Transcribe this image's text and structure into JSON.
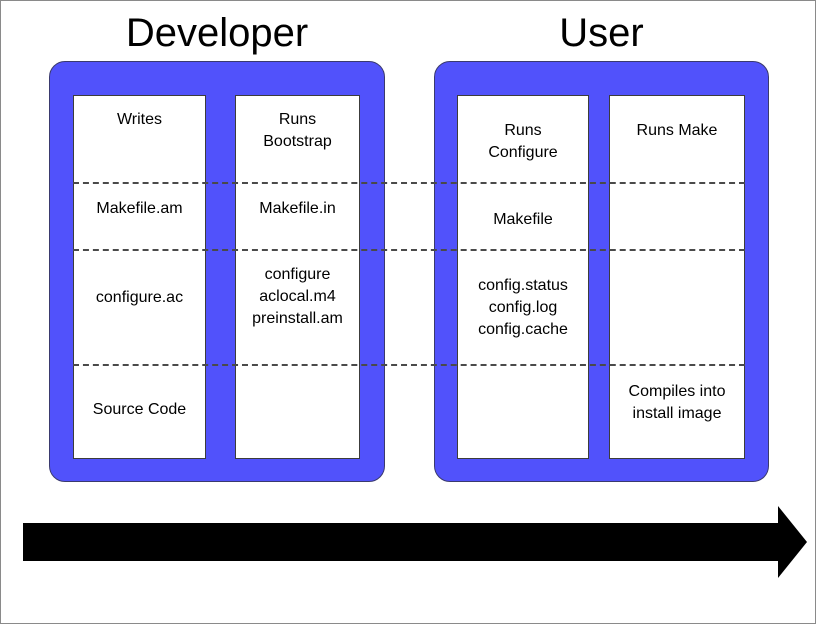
{
  "diagram": {
    "title_developer": "Developer",
    "title_user": "User",
    "colors": {
      "panel_blue": "#5152fb",
      "cell_white": "#ffffff",
      "outline": "#3c3c3c",
      "divider": "#4a4a4a",
      "arrow": "#000000",
      "background": "#ffffff"
    }
  },
  "lanes": [
    {
      "name": "developer",
      "title": "Developer",
      "columns": [
        {
          "name": "writes",
          "header": "Writes",
          "cells": [
            "Writes",
            "Makefile.am",
            "configure.ac",
            "Source Code"
          ]
        },
        {
          "name": "runs-bootstrap",
          "header": "Runs\nBootstrap",
          "cells": [
            "Runs\nBootstrap",
            "Makefile.in",
            "configure\naclocal.m4\npreinstall.am",
            ""
          ]
        }
      ]
    },
    {
      "name": "user",
      "title": "User",
      "columns": [
        {
          "name": "runs-configure",
          "header": "Runs\nConfigure",
          "cells": [
            "Runs\nConfigure",
            "Makefile",
            "config.status\nconfig.log\nconfig.cache",
            ""
          ]
        },
        {
          "name": "runs-make",
          "header": "Runs Make",
          "cells": [
            "Runs Make",
            "",
            "",
            "Compiles into\ninstall image"
          ]
        }
      ]
    }
  ],
  "cells": {
    "writes": "Writes",
    "makefile_am": "Makefile.am",
    "configure_ac": "configure.ac",
    "source_code": "Source Code",
    "runs_bootstrap": "Runs\nBootstrap",
    "makefile_in": "Makefile.in",
    "generated_files": "configure\naclocal.m4\npreinstall.am",
    "runs_configure": "Runs\nConfigure",
    "makefile": "Makefile",
    "config_files": "config.status\nconfig.log\nconfig.cache",
    "runs_make": "Runs Make",
    "compiles_into": "Compiles into\ninstall image"
  },
  "flow": {
    "arrow_name": "left-to-right-flow-arrow",
    "direction": "right"
  }
}
